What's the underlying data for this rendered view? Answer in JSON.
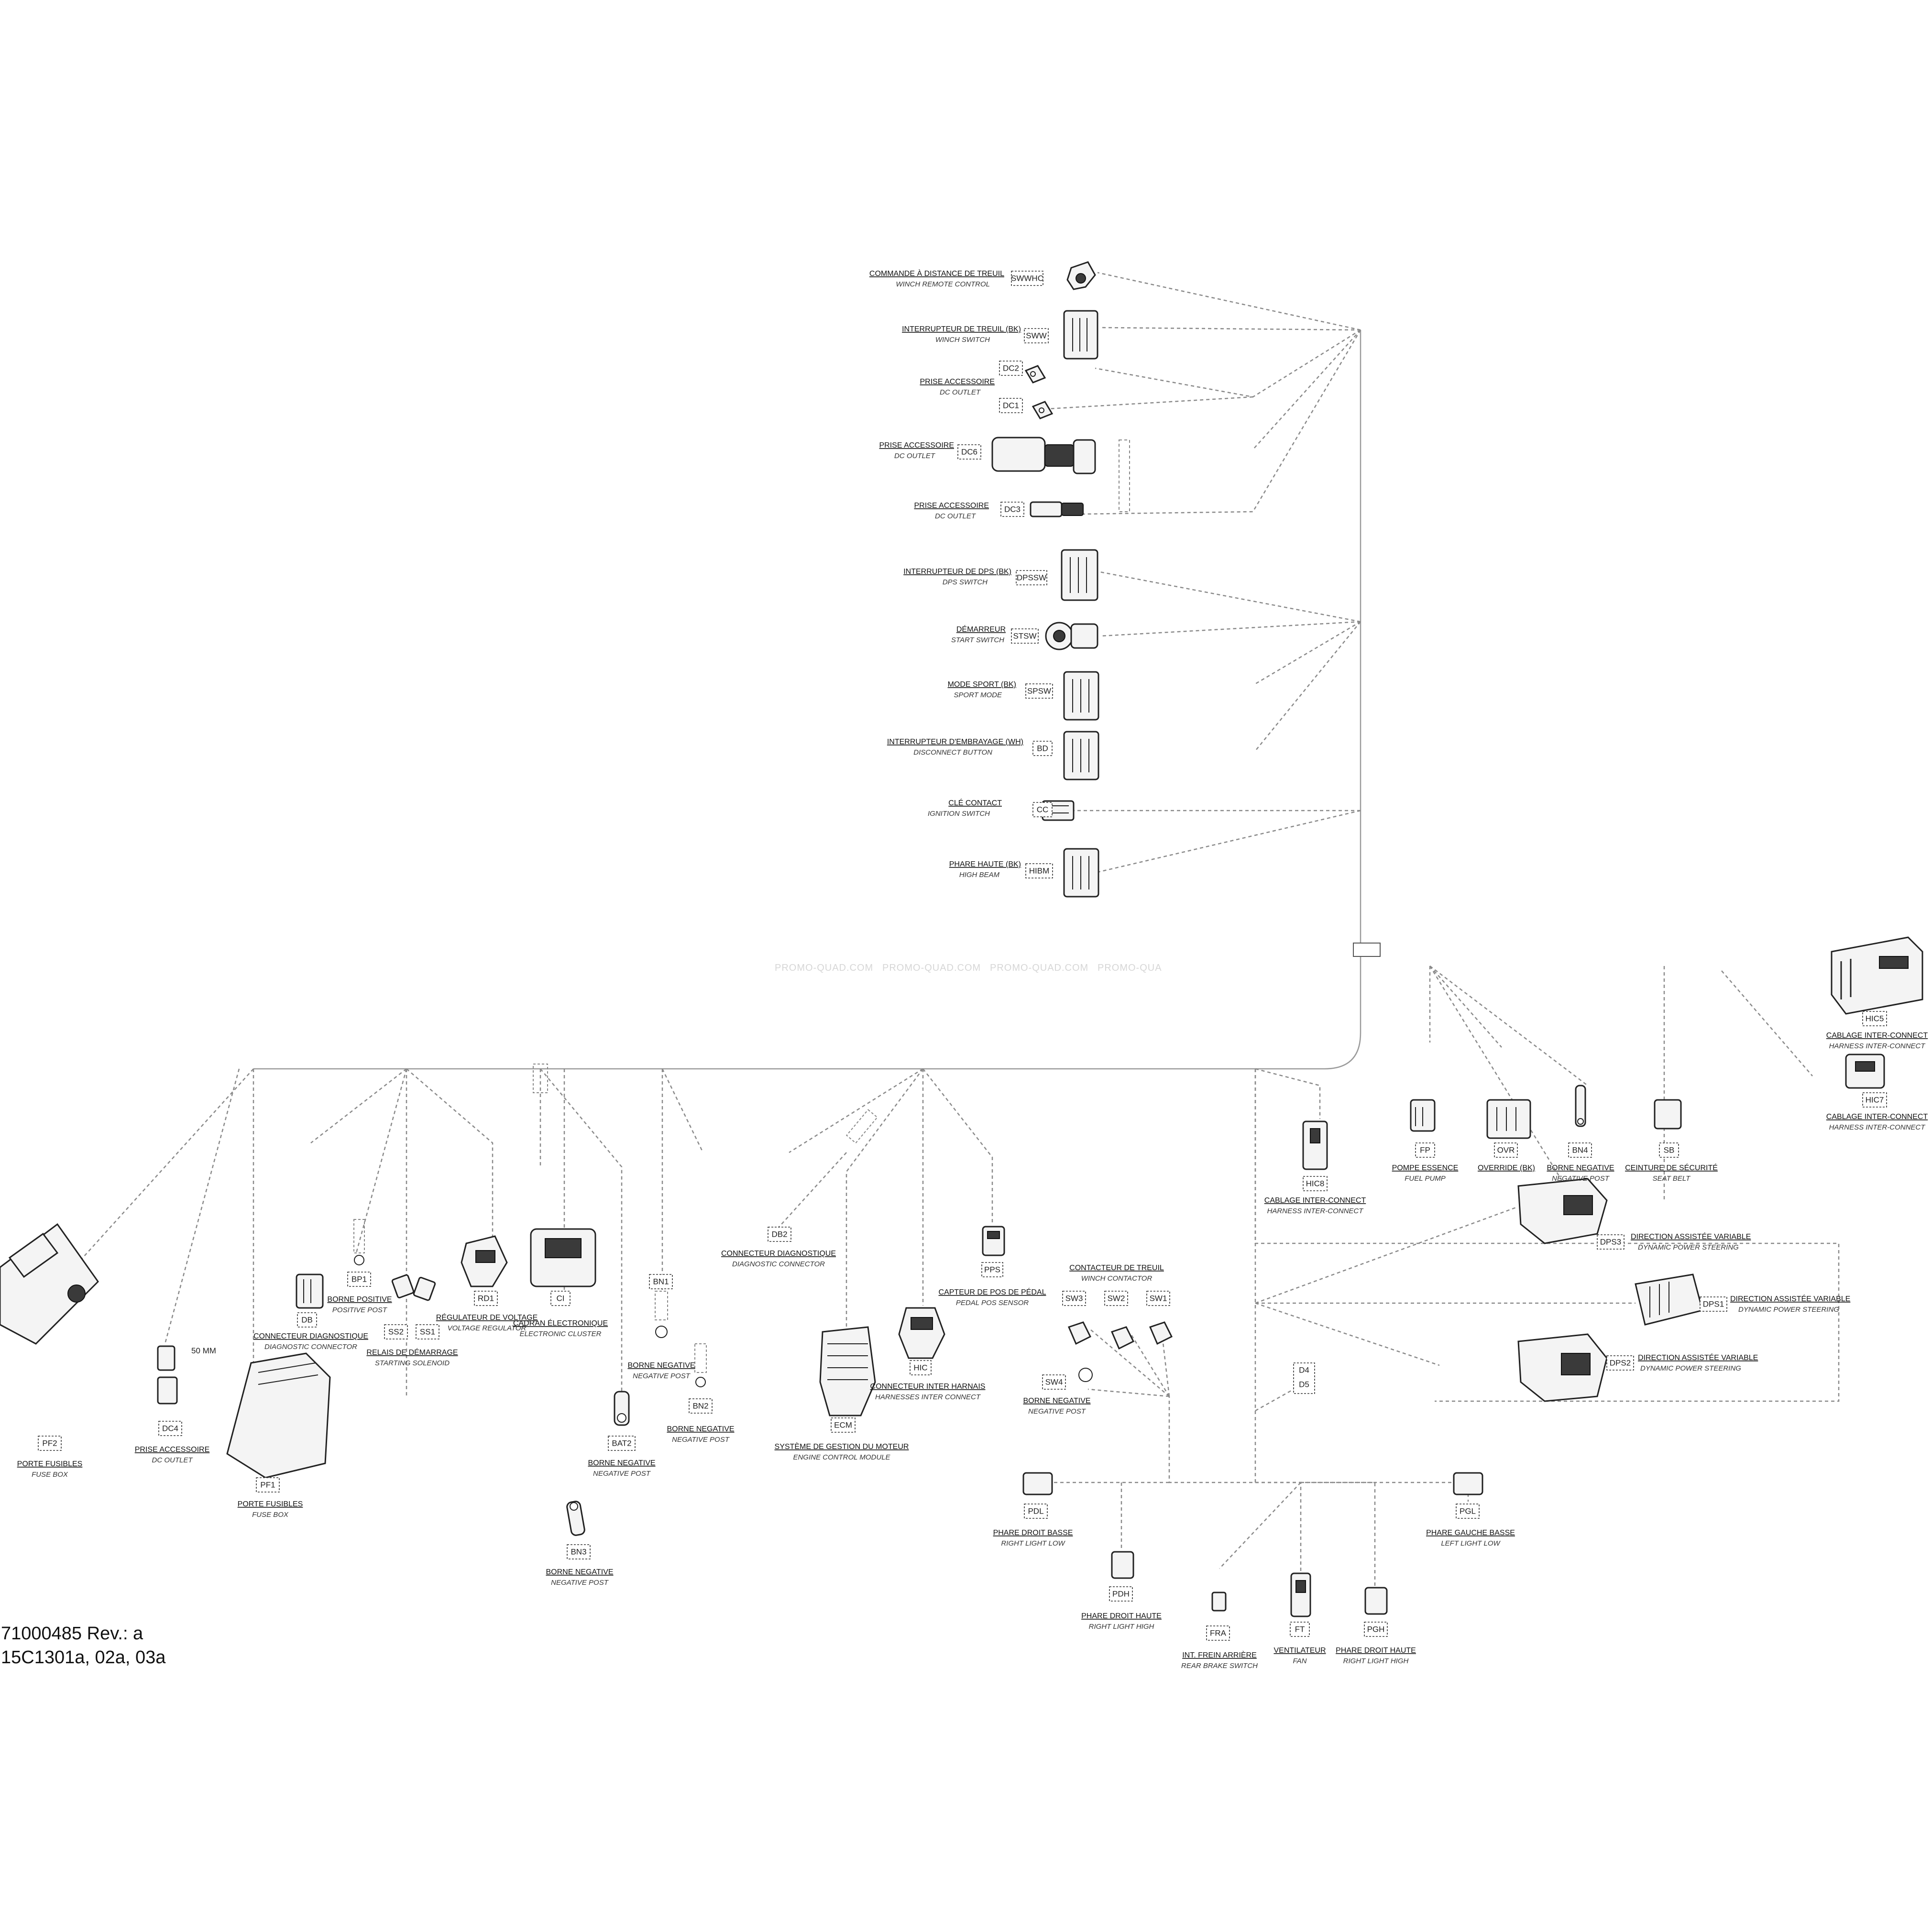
{
  "document": {
    "number": "71000485 Rev.: a",
    "figures": "15C1301a, 02a, 03a"
  },
  "watermark": [
    "PROMO-QUAD.COM",
    "PROMO-QUAD.COM",
    "PROMO-QUAD.COM",
    "PROMO-QUA"
  ],
  "misc": {
    "length_note": "50 MM"
  },
  "tags": {
    "SWWHC": "SWWHC",
    "SWW": "SWW",
    "DC2": "DC2",
    "DC1": "DC1",
    "DC6": "DC6",
    "DC3": "DC3",
    "DPSSW": "DPSSW",
    "STSW": "STSW",
    "SPSW": "SPSW",
    "BD": "BD",
    "CC": "CC",
    "HIBM": "HIBM",
    "HIC5": "HIC5",
    "HIC7": "HIC7",
    "HIC8": "HIC8",
    "FP": "FP",
    "OVR": "OVR",
    "BN4": "BN4",
    "SB": "SB",
    "DPS3": "DPS3",
    "DPS1": "DPS1",
    "DPS2": "DPS2",
    "PF2": "PF2",
    "DC4": "DC4",
    "PF1": "PF1",
    "DB": "DB",
    "BP1": "BP1",
    "SS2": "SS2",
    "SS1": "SS1",
    "RD1": "RD1",
    "CI": "CI",
    "BN1": "BN1",
    "BN2": "BN2",
    "BAT2": "BAT2",
    "BN3": "BN3",
    "DB2": "DB2",
    "ECM": "ECM",
    "HIC": "HIC",
    "PPS": "PPS",
    "SW3": "SW3",
    "SW2": "SW2",
    "SW1": "SW1",
    "SW4": "SW4",
    "D4": "D4",
    "D5": "D5",
    "PDL": "PDL",
    "PDH": "PDH",
    "FRA": "FRA",
    "FT": "FT",
    "PGH": "PGH",
    "PGL": "PGL"
  },
  "labels": {
    "winch_remote": {
      "fr": "COMMANDE À DISTANCE DE TREUIL",
      "en": "WINCH REMOTE CONTROL"
    },
    "winch_switch": {
      "fr": "INTERRUPTEUR DE TREUIL (BK)",
      "en": "WINCH SWITCH"
    },
    "dc_outlet_a": {
      "fr": "PRISE ACCESSOIRE",
      "en": "DC OUTLET"
    },
    "dc_outlet_b": {
      "fr": "PRISE ACCESSOIRE",
      "en": "DC OUTLET"
    },
    "dc_outlet_c": {
      "fr": "PRISE ACCESSOIRE",
      "en": "DC OUTLET"
    },
    "dps_switch": {
      "fr": "INTERRUPTEUR DE DPS (BK)",
      "en": "DPS SWITCH"
    },
    "start_switch": {
      "fr": "DÉMARREUR",
      "en": "START SWITCH"
    },
    "sport_mode": {
      "fr": "MODE SPORT (BK)",
      "en": "SPORT MODE"
    },
    "disconnect_button": {
      "fr": "INTERRUPTEUR D'EMBRAYAGE (WH)",
      "en": "DISCONNECT BUTTON"
    },
    "ignition_switch": {
      "fr": "CLÉ CONTACT",
      "en": "IGNITION SWITCH"
    },
    "high_beam": {
      "fr": "PHARE HAUTE (BK)",
      "en": "HIGH BEAM"
    },
    "harness_hic5": {
      "fr": "CABLAGE INTER-CONNECT",
      "en": "HARNESS INTER-CONNECT"
    },
    "harness_hic7": {
      "fr": "CABLAGE INTER-CONNECT",
      "en": "HARNESS INTER-CONNECT"
    },
    "harness_hic8": {
      "fr": "CABLAGE INTER-CONNECT",
      "en": "HARNESS INTER-CONNECT"
    },
    "fuel_pump": {
      "fr": "POMPE ESSENCE",
      "en": "FUEL PUMP"
    },
    "override": {
      "fr": "OVERRIDE (BK)",
      "en": ""
    },
    "neg_post_bn4": {
      "fr": "BORNE NEGATIVE",
      "en": "NEGATIVE POST"
    },
    "seat_belt": {
      "fr": "CEINTURE DE SÉCURITÉ",
      "en": "SEAT BELT"
    },
    "dps3": {
      "fr": "DIRECTION ASSISTÉE VARIABLE",
      "en": "DYNAMIC POWER STEERING"
    },
    "dps1": {
      "fr": "DIRECTION ASSISTÉE VARIABLE",
      "en": "DYNAMIC POWER STEERING"
    },
    "dps2": {
      "fr": "DIRECTION ASSISTÉE VARIABLE",
      "en": "DYNAMIC POWER STEERING"
    },
    "fuse_box_pf2": {
      "fr": "PORTE FUSIBLES",
      "en": "FUSE BOX"
    },
    "dc_outlet_dc4": {
      "fr": "PRISE ACCESSOIRE",
      "en": "DC OUTLET"
    },
    "fuse_box_pf1": {
      "fr": "PORTE FUSIBLES",
      "en": "FUSE BOX"
    },
    "diag_connector_db": {
      "fr": "CONNECTEUR DIAGNOSTIQUE",
      "en": "DIAGNOSTIC CONNECTOR"
    },
    "positive_post": {
      "fr": "BORNE POSITIVE",
      "en": "POSITIVE POST"
    },
    "starting_solenoid": {
      "fr": "RELAIS DE DÉMARRAGE",
      "en": "STARTING SOLENOID"
    },
    "voltage_regulator": {
      "fr": "RÉGULATEUR DE VOLTAGE",
      "en": "VOLTAGE REGULATOR"
    },
    "electronic_cluster": {
      "fr": "CADRAN ÉLECTRONIQUE",
      "en": "ELECTRONIC CLUSTER"
    },
    "neg_post_bn1": {
      "fr": "BORNE NEGATIVE",
      "en": "NEGATIVE POST"
    },
    "neg_post_bn2": {
      "fr": "BORNE NEGATIVE",
      "en": "NEGATIVE POST"
    },
    "neg_post_bat2": {
      "fr": "BORNE NEGATIVE",
      "en": "NEGATIVE POST"
    },
    "neg_post_bn3": {
      "fr": "BORNE NEGATIVE",
      "en": "NEGATIVE POST"
    },
    "diag_connector_db2": {
      "fr": "CONNECTEUR DIAGNOSTIQUE",
      "en": "DIAGNOSTIC CONNECTOR"
    },
    "ecm": {
      "fr": "SYSTÈME DE GESTION DU MOTEUR",
      "en": "ENGINE CONTROL MODULE"
    },
    "hic": {
      "fr": "CONNECTEUR INTER HARNAIS",
      "en": "HARNESSES INTER CONNECT"
    },
    "pps": {
      "fr": "CAPTEUR DE POS DE PÉDAL",
      "en": "PEDAL POS SENSOR"
    },
    "winch_contactor": {
      "fr": "CONTACTEUR DE TREUIL",
      "en": "WINCH CONTACTOR"
    },
    "neg_post_sw4": {
      "fr": "BORNE NEGATIVE",
      "en": "NEGATIVE POST"
    },
    "right_light_low": {
      "fr": "PHARE DROIT BASSE",
      "en": "RIGHT LIGHT LOW"
    },
    "right_light_high_pdh": {
      "fr": "PHARE DROIT HAUTE",
      "en": "RIGHT LIGHT HIGH"
    },
    "rear_brake_switch": {
      "fr": "INT. FREIN ARRIÈRE",
      "en": "REAR BRAKE SWITCH"
    },
    "fan": {
      "fr": "VENTILATEUR",
      "en": "FAN"
    },
    "right_light_high_pgh": {
      "fr": "PHARE DROIT HAUTE",
      "en": "RIGHT LIGHT HIGH"
    },
    "left_light_low": {
      "fr": "PHARE GAUCHE BASSE",
      "en": "LEFT LIGHT LOW"
    }
  }
}
